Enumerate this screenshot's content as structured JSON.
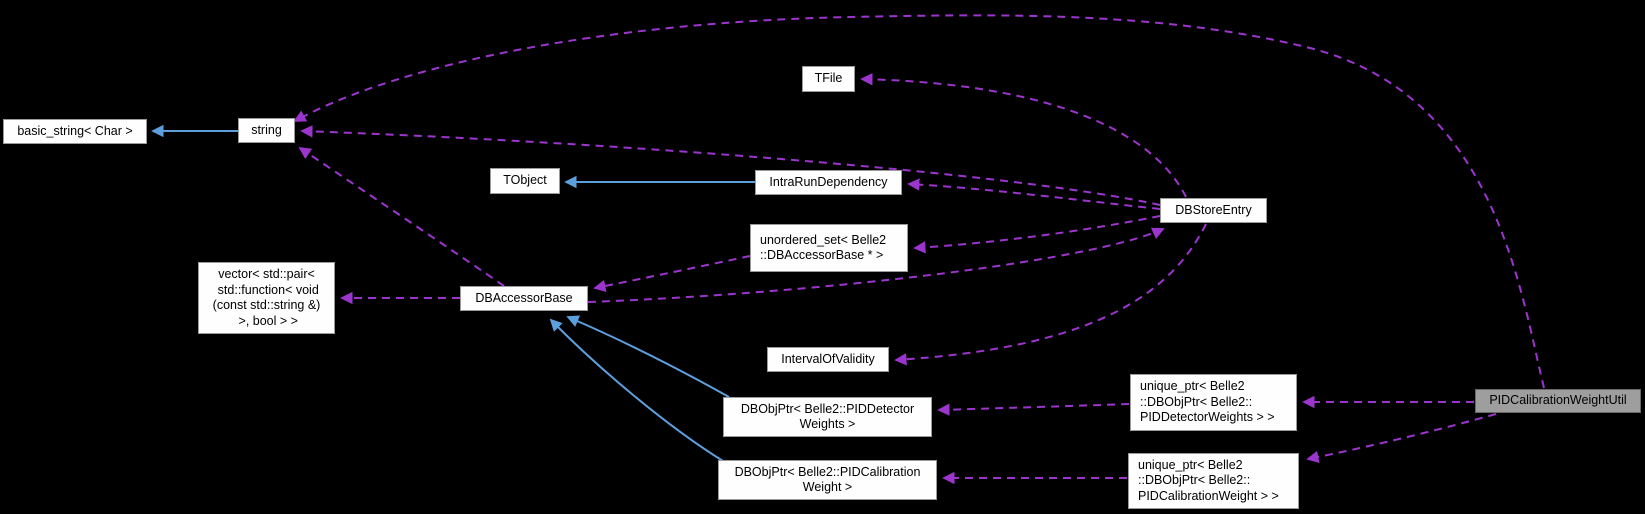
{
  "diagram": {
    "title": "Collaboration graph for PIDCalibrationWeightUtil",
    "colors": {
      "background": "#000000",
      "node_fill": "#fefefe",
      "node_border": "#9a9a9a",
      "highlight_fill": "#9e9e9e",
      "inheritance_edge": "#5d9fdd",
      "usage_edge": "#9c35ce",
      "text": "#000000"
    },
    "nodes": {
      "basic_string": {
        "lines": [
          "basic_string< Char >"
        ]
      },
      "string": {
        "lines": [
          "string"
        ]
      },
      "tfile": {
        "lines": [
          "TFile"
        ]
      },
      "tobject": {
        "lines": [
          "TObject"
        ]
      },
      "intra_run_dependency": {
        "lines": [
          "IntraRunDependency"
        ]
      },
      "dbstore_entry": {
        "lines": [
          "DBStoreEntry"
        ]
      },
      "unordered_set": {
        "lines": [
          "unordered_set< Belle2",
          "::DBAccessorBase * >"
        ]
      },
      "vector_pair": {
        "lines": [
          "vector< std::pair<",
          " std::function< void",
          "(const std::string &)",
          " >, bool > >"
        ]
      },
      "db_accessor_base": {
        "lines": [
          "DBAccessorBase"
        ]
      },
      "interval_of_validity": {
        "lines": [
          "IntervalOfValidity"
        ]
      },
      "dbobjptr_detector": {
        "lines": [
          "DBObjPtr< Belle2::PIDDetector",
          "Weights >"
        ]
      },
      "unique_ptr_detector": {
        "lines": [
          "unique_ptr< Belle2",
          "::DBObjPtr< Belle2::",
          "PIDDetectorWeights > >"
        ]
      },
      "dbobjptr_calibration": {
        "lines": [
          "DBObjPtr< Belle2::PIDCalibration",
          "Weight >"
        ]
      },
      "unique_ptr_calibration": {
        "lines": [
          "unique_ptr< Belle2",
          "::DBObjPtr< Belle2::",
          "PIDCalibrationWeight > >"
        ]
      },
      "pid_calibration_weight_util": {
        "lines": [
          "PIDCalibrationWeightUtil"
        ]
      }
    },
    "edges": [
      {
        "from": "string",
        "to": "basic_string",
        "type": "inheritance"
      },
      {
        "from": "intra_run_dependency",
        "to": "tobject",
        "type": "inheritance"
      },
      {
        "from": "dbobjptr_detector",
        "to": "db_accessor_base",
        "type": "inheritance"
      },
      {
        "from": "dbobjptr_calibration",
        "to": "db_accessor_base",
        "type": "inheritance"
      },
      {
        "from": "pid_calibration_weight_util",
        "to": "string",
        "type": "usage"
      },
      {
        "from": "dbstore_entry",
        "to": "string",
        "type": "usage"
      },
      {
        "from": "dbstore_entry",
        "to": "tfile",
        "type": "usage"
      },
      {
        "from": "dbstore_entry",
        "to": "intra_run_dependency",
        "type": "usage"
      },
      {
        "from": "dbstore_entry",
        "to": "unordered_set",
        "type": "usage"
      },
      {
        "from": "dbstore_entry",
        "to": "interval_of_validity",
        "type": "usage"
      },
      {
        "from": "unordered_set",
        "to": "db_accessor_base",
        "type": "usage"
      },
      {
        "from": "db_accessor_base",
        "to": "dbstore_entry",
        "type": "usage"
      },
      {
        "from": "db_accessor_base",
        "to": "vector_pair",
        "type": "usage"
      },
      {
        "from": "db_accessor_base",
        "to": "string",
        "type": "usage"
      },
      {
        "from": "unique_ptr_detector",
        "to": "dbobjptr_detector",
        "type": "usage"
      },
      {
        "from": "unique_ptr_calibration",
        "to": "dbobjptr_calibration",
        "type": "usage"
      },
      {
        "from": "pid_calibration_weight_util",
        "to": "unique_ptr_detector",
        "type": "usage"
      },
      {
        "from": "pid_calibration_weight_util",
        "to": "unique_ptr_calibration",
        "type": "usage"
      }
    ]
  }
}
